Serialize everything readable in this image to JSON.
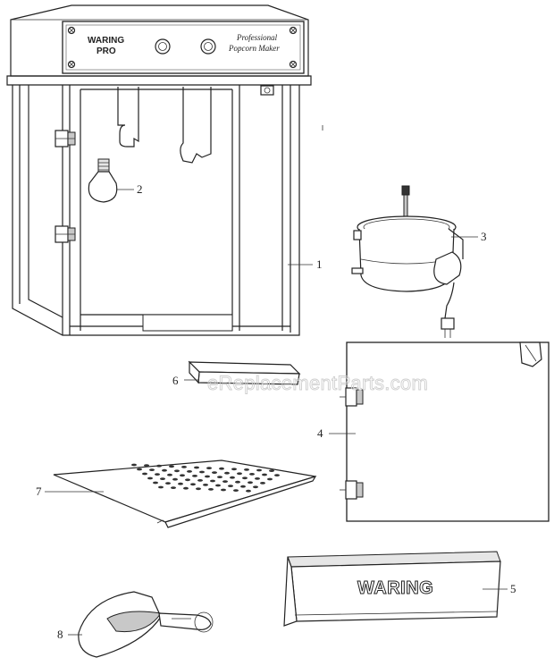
{
  "machine": {
    "brand_line1": "WARING",
    "brand_line2": "PRO",
    "tagline_line1": "Professional",
    "tagline_line2": "Popcorn Maker"
  },
  "watermark": "eReplacementParts.com",
  "bucket_brand": "WARING",
  "part_labels": {
    "p1": "1",
    "p2": "2",
    "p3": "3",
    "p4": "4",
    "p5": "5",
    "p6": "6",
    "p7": "7",
    "p8": "8"
  }
}
